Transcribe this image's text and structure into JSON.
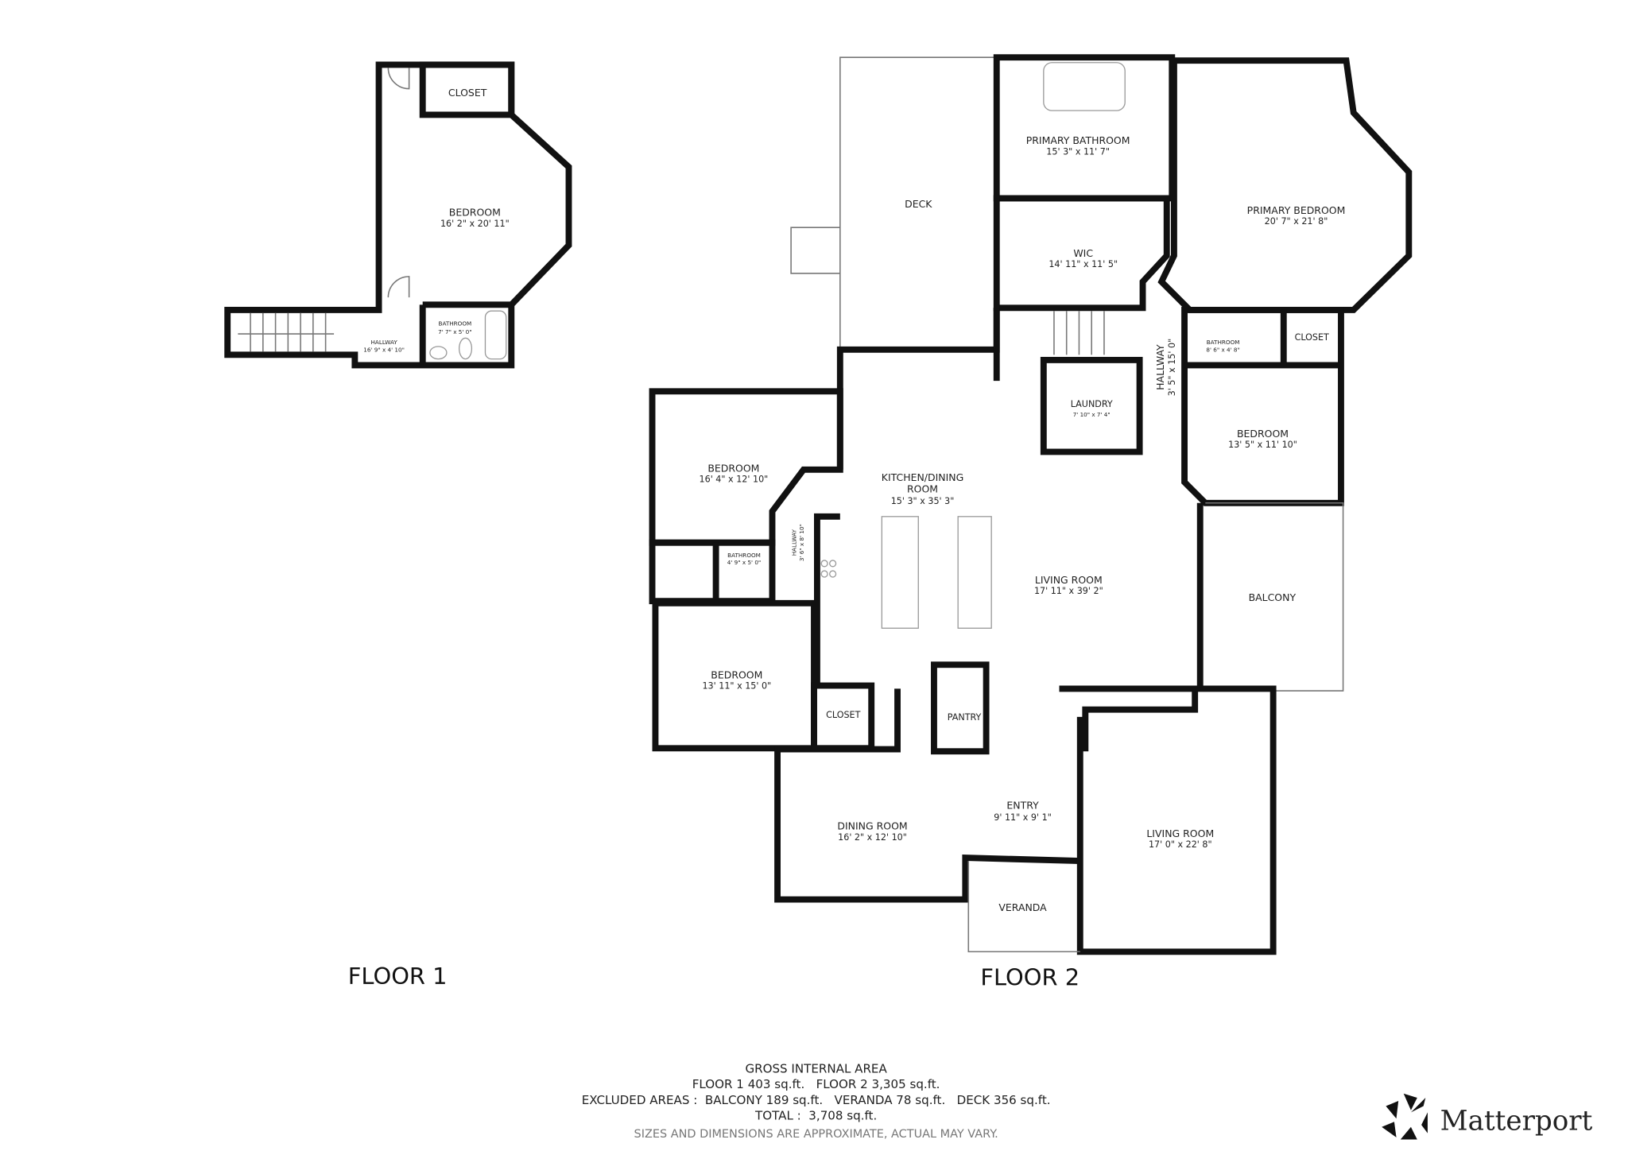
{
  "floors": [
    {
      "label": "FLOOR 1",
      "rooms": [
        {
          "name": "CLOSET",
          "dims": ""
        },
        {
          "name": "BEDROOM",
          "dims": "16' 2\" x 20' 11\""
        },
        {
          "name": "HALLWAY",
          "dims": "16' 9\" x 4' 10\""
        },
        {
          "name": "BATHROOM",
          "dims": "7' 7\" x 5' 0\""
        }
      ]
    },
    {
      "label": "FLOOR 2",
      "rooms": [
        {
          "name": "DECK",
          "dims": ""
        },
        {
          "name": "PRIMARY BATHROOM",
          "dims": "15' 3\" x 11' 7\""
        },
        {
          "name": "PRIMARY BEDROOM",
          "dims": "20' 7\" x 21' 8\""
        },
        {
          "name": "WIC",
          "dims": "14' 11\" x 11' 5\""
        },
        {
          "name": "HALLWAY",
          "dims": "3' 5\" x 15' 0\""
        },
        {
          "name": "BATHROOM",
          "dims": "8' 6\" x 4' 8\""
        },
        {
          "name": "CLOSET",
          "dims": ""
        },
        {
          "name": "LAUNDRY",
          "dims": "7' 10\" x 7' 4\""
        },
        {
          "name": "BEDROOM",
          "dims": "13' 5\" x 11' 10\""
        },
        {
          "name": "BEDROOM",
          "dims": "16' 4\" x 12' 10\""
        },
        {
          "name": "KITCHEN/DINING ROOM",
          "dims": "15' 3\" x 35' 3\""
        },
        {
          "name": "BATHROOM",
          "dims": "4' 9\" x 5' 0\""
        },
        {
          "name": "HALLWAY",
          "dims": "3' 6\" x 8' 10\""
        },
        {
          "name": "LIVING ROOM",
          "dims": "17' 11\" x 39' 2\""
        },
        {
          "name": "BALCONY",
          "dims": ""
        },
        {
          "name": "BEDROOM",
          "dims": "13' 11\" x 15' 0\""
        },
        {
          "name": "CLOSET",
          "dims": ""
        },
        {
          "name": "PANTRY",
          "dims": ""
        },
        {
          "name": "ENTRY",
          "dims": "9' 11\" x 9' 1\""
        },
        {
          "name": "DINING ROOM",
          "dims": "16' 2\" x 12' 10\""
        },
        {
          "name": "LIVING ROOM",
          "dims": "17' 0\" x 22' 8\""
        },
        {
          "name": "VERANDA",
          "dims": ""
        }
      ]
    }
  ],
  "summary": {
    "heading": "GROSS INTERNAL AREA",
    "floor_areas": "FLOOR 1 403 sq.ft.   FLOOR 2 3,305 sq.ft.",
    "excluded": "EXCLUDED AREAS :  BALCONY 189 sq.ft.   VERANDA 78 sq.ft.   DECK 356 sq.ft.",
    "total": "TOTAL :  3,708 sq.ft.",
    "disclaimer": "SIZES AND DIMENSIONS ARE APPROXIMATE, ACTUAL MAY VARY."
  },
  "brand": {
    "name": "Matterport",
    "icon": "matterport-logo-icon"
  }
}
